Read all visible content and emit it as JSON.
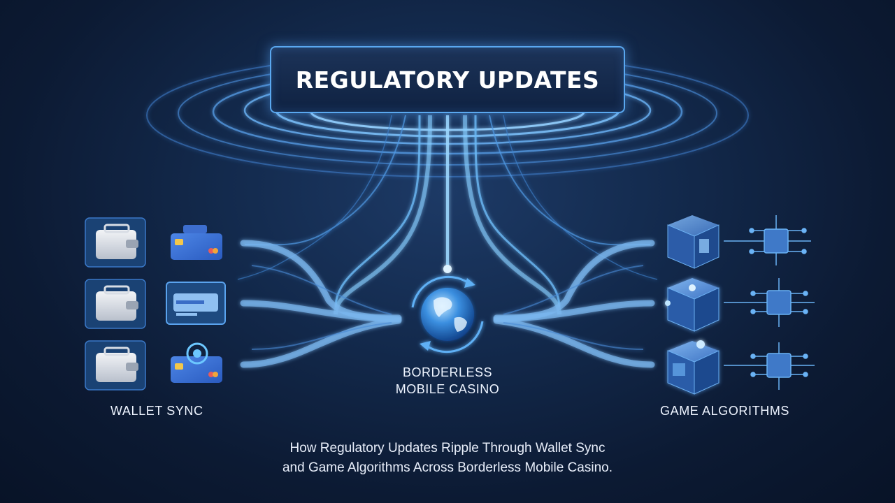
{
  "title": "REGULATORY UPDATES",
  "center": {
    "line1": "BORDERLESS",
    "line2": "MOBILE CASINO",
    "icon": "globe-icon"
  },
  "left_group": {
    "label": "WALLET SYNC",
    "icons": [
      "wallet-icon",
      "credit-card-icon",
      "wallet-icon",
      "credit-card-icon",
      "wallet-icon",
      "credit-card-icon"
    ]
  },
  "right_group": {
    "label": "GAME ALGORITHMS",
    "icons": [
      "game-cube-icon",
      "chip-icon",
      "game-cube-icon",
      "chip-icon",
      "game-cube-icon",
      "chip-icon"
    ]
  },
  "caption": {
    "line1": "How Regulatory Updates Ripple Through Wallet Sync",
    "line2": "and Game Algorithms Across Borderless Mobile Casino."
  },
  "colors": {
    "background": "#0c1a33",
    "accent": "#5aa8f0",
    "glow": "#7cc8ff"
  }
}
